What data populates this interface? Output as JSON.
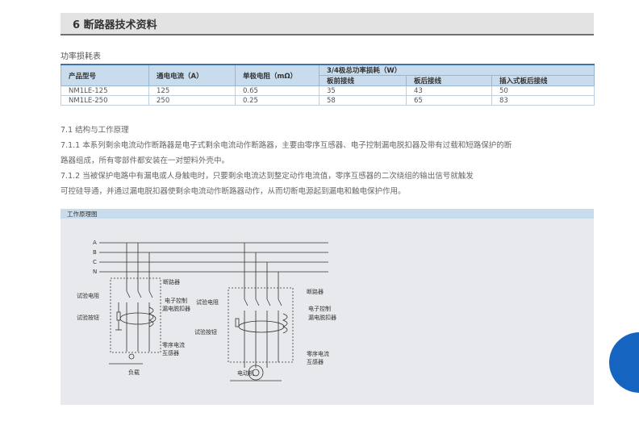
{
  "section": {
    "title": "6 断路器技术资料"
  },
  "power_table": {
    "caption": "功率损耗表",
    "headers": {
      "model": "产品型号",
      "current": "通电电流（A）",
      "resistance": "单极电阻（mΩ）",
      "group": "3/4极总功率损耗（W）",
      "front": "板前接线",
      "rear": "板后接线",
      "plugin": "插入式板后接线"
    },
    "rows": [
      {
        "model": "NM1LE-125",
        "current": "125",
        "resistance": "0.65",
        "front": "35",
        "rear": "43",
        "plugin": "50"
      },
      {
        "model": "NM1LE-250",
        "current": "250",
        "resistance": "0.25",
        "front": "58",
        "rear": "65",
        "plugin": "83"
      }
    ]
  },
  "text": {
    "p1": "7.1 结构与工作原理",
    "p2": "7.1.1 本系列剩余电流动作断路器是电子式剩余电流动作断路器，主要由零序互感器、电子控制漏电脱扣器及带有过载和短路保护的断",
    "p3": "路器组成，所有零部件都安装在一对塑料外壳中。",
    "p4": "7.1.2 当被保护电路中有漏电或人身触电时，只要剩余电流达到整定动作电流值，零序互感器的二次绕组的输出信号就触发",
    "p5": "可控硅导通，并通过漏电脱扣器使剩余电流动作断路器动作，从而切断电源起到漏电和触电保护作用。"
  },
  "diagram": {
    "title": "工作原理图",
    "lines": [
      "A",
      "B",
      "C",
      "N"
    ],
    "left": {
      "breaker": "断路器",
      "test_resistor": "试验电阻",
      "electronic_control": "电子控制",
      "leakage_release": "漏电脱扣器",
      "test_button": "试验按钮",
      "zero_seq_1": "零序电流",
      "zero_seq_2": "互感器",
      "load": "负载"
    },
    "right": {
      "breaker": "断路器",
      "test_resistor": "试验电阻",
      "electronic_control": "电子控制",
      "leakage_release": "漏电脱扣器",
      "test_button": "试验按钮",
      "zero_seq_1": "零序电流",
      "zero_seq_2": "互感器",
      "motor": "电动机"
    }
  }
}
